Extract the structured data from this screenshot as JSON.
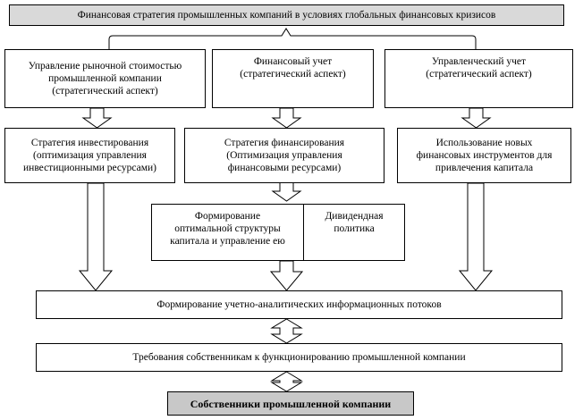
{
  "diagram": {
    "top": "Финансовая стратегия промышленных компаний в условиях глобальных финансовых кризисов",
    "level1": [
      "Управление рыночной стоимостью\nпромышленной компании\n(стратегический аспект)",
      "Финансовый учет\n(стратегический аспект)",
      "Управленческий учет\n(стратегический аспект)"
    ],
    "level2": [
      "Стратегия инвестирования\n(оптимизация управления\nинвестиционными ресурсами)",
      "Стратегия финансирования\n(Оптимизация управления\nфинансовыми ресурсами)",
      "Использование новых\nфинансовых инструментов для\nпривлечения капитала"
    ],
    "level3": [
      "Формирование\nоптимальной структуры\nкапитала и управление ею",
      "Дивидендная\nполитика"
    ],
    "info_flows": "Формирование учетно-аналитических информационных потоков",
    "requirements": "Требования собственникам к функционированию промышленной компании",
    "owners": "Собственники промышленной компании"
  }
}
